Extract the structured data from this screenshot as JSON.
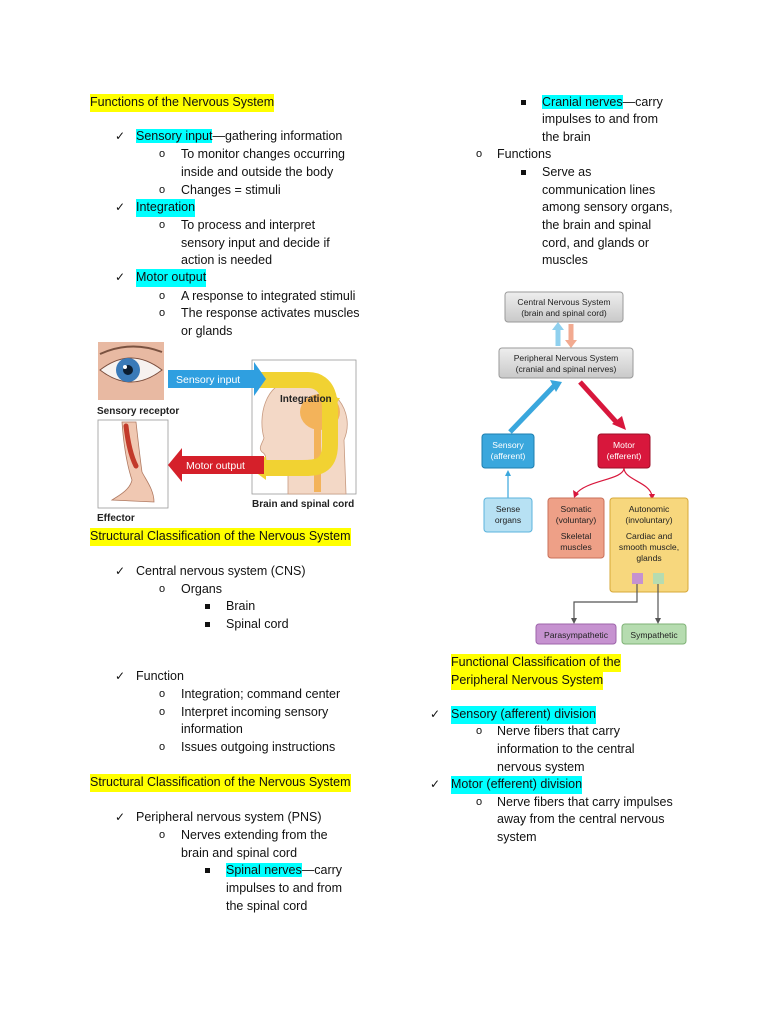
{
  "left": {
    "functions": {
      "title": "Functions of the Nervous System",
      "sensory_term": "Sensory input",
      "sensory_rest": "—gathering information",
      "sensory_sub1_l1": "To monitor changes occurring",
      "sensory_sub1_l2": "inside and outside the body",
      "sensory_sub2": "Changes = stimuli",
      "integration_term": "Integration",
      "integration_sub_l1": "To process and interpret",
      "integration_sub_l2": "sensory input and decide if",
      "integration_sub_l3": "action is needed",
      "motor_term": "Motor output",
      "motor_sub1": "A response to integrated stimuli",
      "motor_sub2_l1": "The response activates muscles",
      "motor_sub2_l2": "or glands"
    },
    "figure1": {
      "sensory_receptor": "Sensory receptor",
      "sensory_input": "Sensory input",
      "integration": "Integration",
      "motor_output": "Motor output",
      "effector": "Effector",
      "brain_spinal": "Brain and spinal cord"
    },
    "cns": {
      "title": "Structural Classification of the Nervous System",
      "item": "Central nervous system (CNS)",
      "organs": "Organs",
      "brain": "Brain",
      "spinal_cord": "Spinal cord",
      "function": "Function",
      "f1": "Integration; command center",
      "f2_l1": "Interpret incoming sensory",
      "f2_l2": "information",
      "f3": "Issues outgoing instructions"
    },
    "pns": {
      "title": "Structural Classification of the Nervous System",
      "item": "Peripheral nervous system (PNS)",
      "sub_l1": "Nerves extending from the",
      "sub_l2": "brain and spinal cord",
      "spinal_term": "Spinal nerves",
      "spinal_rest": "—carry",
      "spinal_l2": "impulses to and from",
      "spinal_l3": "the spinal cord"
    }
  },
  "right": {
    "cranial_term": "Cranial nerves",
    "cranial_rest": "—carry",
    "cranial_l2": "impulses to and from",
    "cranial_l3": "the brain",
    "functions": "Functions",
    "serve_l1": "Serve as",
    "serve_l2": "communication lines",
    "serve_l3": "among sensory organs,",
    "serve_l4": "the brain and spinal",
    "serve_l5": "cord, and glands or",
    "serve_l6": "muscles",
    "diagram": {
      "cns_l1": "Central Nervous System",
      "cns_l2": "(brain and spinal cord)",
      "pns_l1": "Peripheral Nervous System",
      "pns_l2": "(cranial and spinal nerves)",
      "sensory_l1": "Sensory",
      "sensory_l2": "(afferent)",
      "motor_l1": "Motor",
      "motor_l2": "(efferent)",
      "sense_l1": "Sense",
      "sense_l2": "organs",
      "somatic_l1": "Somatic",
      "somatic_l2": "(voluntary)",
      "somatic_l3": "Skeletal",
      "somatic_l4": "muscles",
      "auto_l1": "Autonomic",
      "auto_l2": "(involuntary)",
      "auto_l3": "Cardiac and",
      "auto_l4": "smooth muscle,",
      "auto_l5": "glands",
      "para": "Parasympathetic",
      "symp": "Sympathetic"
    },
    "functional": {
      "title_l1": "Functional Classification of the",
      "title_l2": "Peripheral Nervous System",
      "sensory_div": "Sensory (afferent) division",
      "sensory_l1": "Nerve fibers that carry",
      "sensory_l2": "information to the central",
      "sensory_l3": "nervous system",
      "motor_div": "Motor (efferent) division",
      "motor_l1": "Nerve fibers that carry impulses",
      "motor_l2": "away from the central nervous",
      "motor_l3": "system"
    }
  },
  "symbols": {
    "check": "✓",
    "circle": "o"
  },
  "colors": {
    "highlight_yellow": "#ffff00",
    "highlight_cyan": "#00ffff",
    "sensory_blue": "#3aa7dd",
    "motor_red": "#d8173c",
    "somatic_salmon": "#eea087",
    "autonomic_yellow": "#f7d77d",
    "parasympathetic": "#c692d0",
    "sympathetic": "#b6dcb0"
  }
}
